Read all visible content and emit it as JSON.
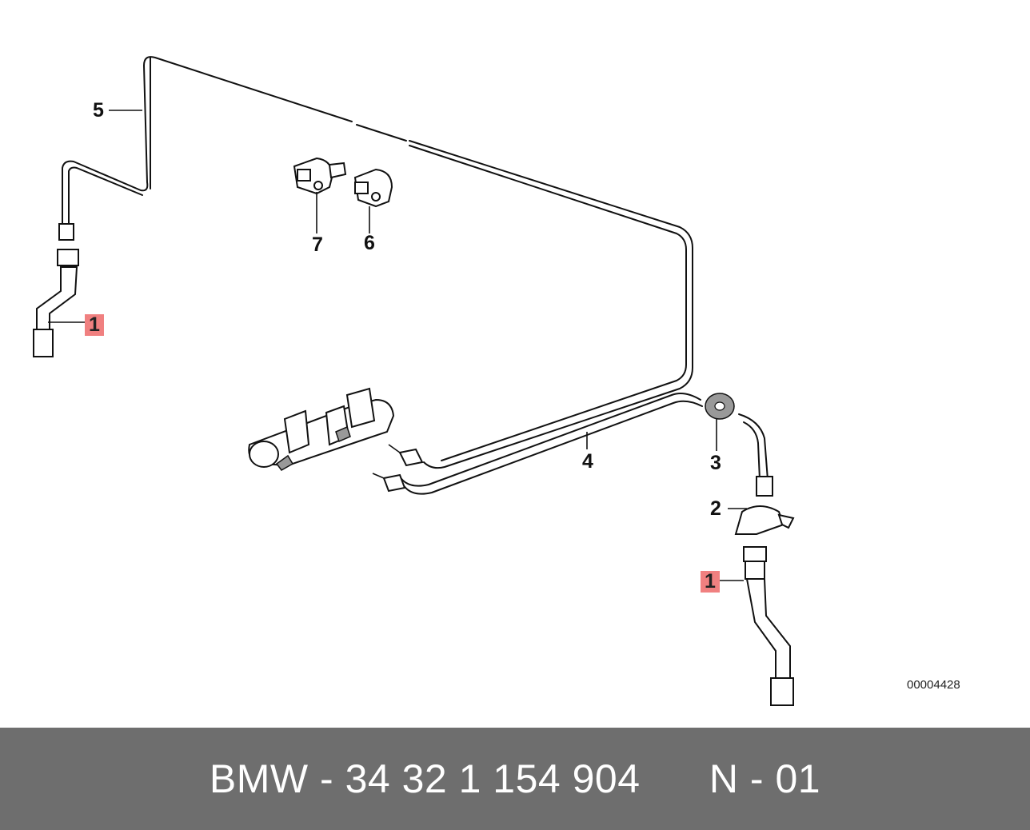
{
  "callouts": {
    "c5": "5",
    "c7": "7",
    "c6": "6",
    "c1a": "1",
    "c4": "4",
    "c3": "3",
    "c2": "2",
    "c1b": "1"
  },
  "diagram_id": "00004428",
  "footer": {
    "brand": "BMW",
    "separator": "-",
    "part_number": "34 32 1 154 904",
    "position": "N - 01"
  },
  "colors": {
    "highlight": "#f08080",
    "footer_bg": "#6e6e6e",
    "footer_text": "#ffffff"
  }
}
